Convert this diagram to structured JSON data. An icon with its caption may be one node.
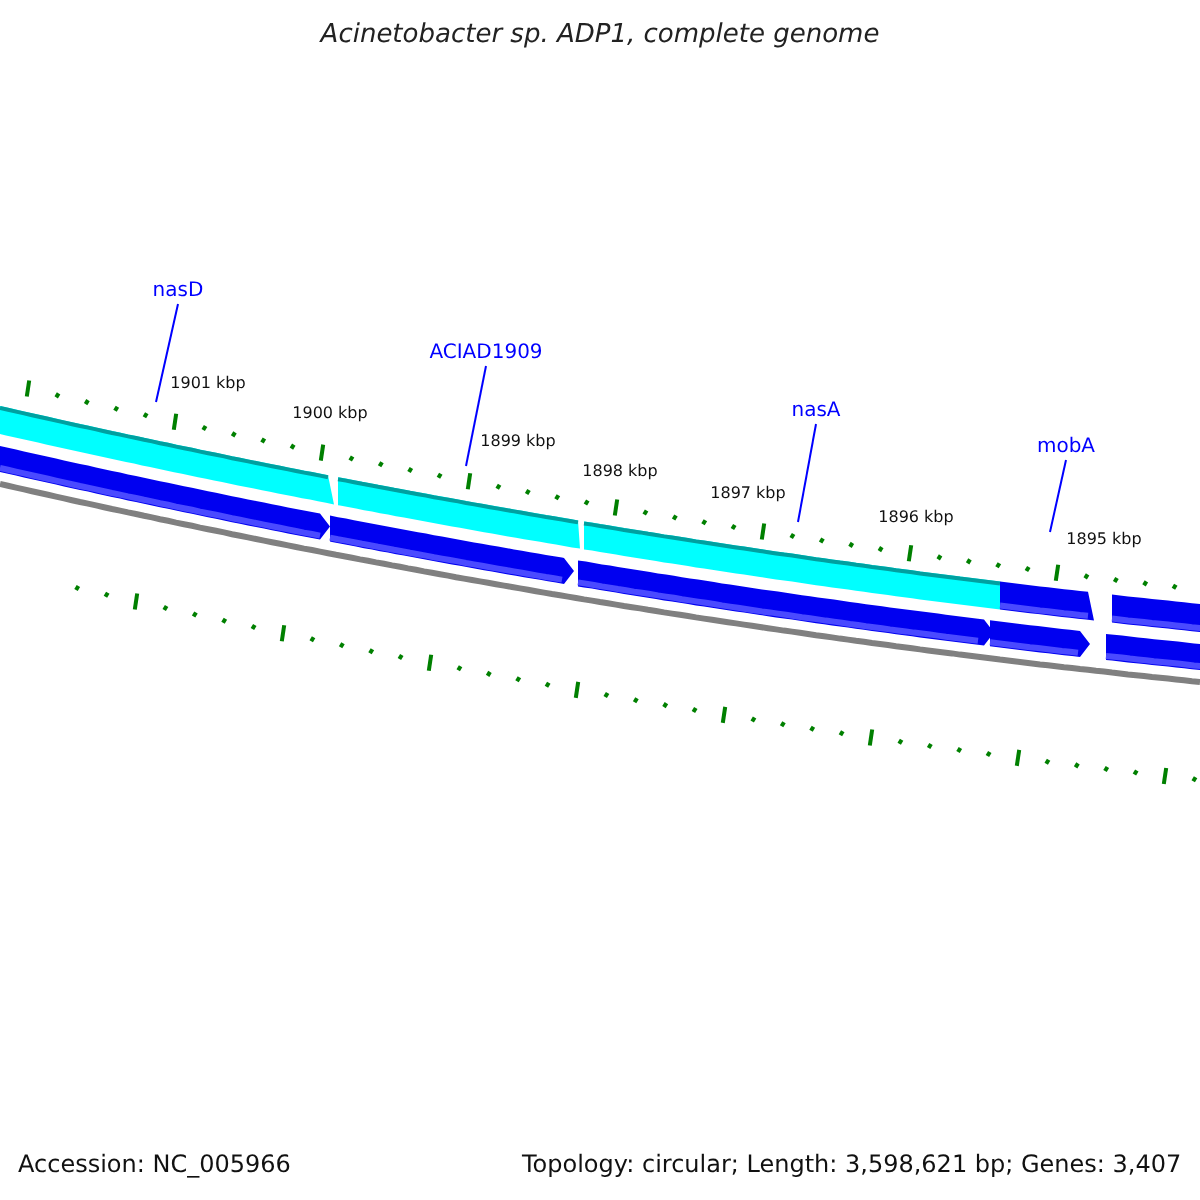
{
  "diagram": {
    "title": "Acinetobacter sp. ADP1, complete genome",
    "nodes": [
      {
        "text": [
          "nasD"
        ]
      },
      {
        "text": [
          "ACIAD1909"
        ]
      },
      {
        "text": [
          "nasA"
        ]
      },
      {
        "text": [
          "mobA"
        ]
      }
    ],
    "edges": [
      {
        "from": 0,
        "to": null,
        "arrow": "none"
      },
      {
        "from": 1,
        "to": null,
        "arrow": "none"
      },
      {
        "from": 2,
        "to": null,
        "arrow": "none"
      },
      {
        "from": 3,
        "to": null,
        "arrow": "none"
      }
    ],
    "labels": [
      "1901 kbp",
      "1900 kbp",
      "1899 kbp",
      "1898 kbp",
      "1897 kbp",
      "1896 kbp",
      "1895 kbp",
      "Accession: NC_005966",
      "Topology: circular; Length: 3,598,621 bp; Genes: 3,407"
    ]
  }
}
